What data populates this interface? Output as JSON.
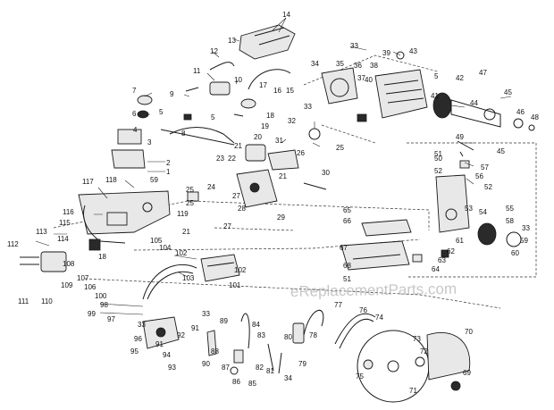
{
  "watermark": "eReplacementParts.com",
  "callouts": [
    {
      "id": "c14",
      "text": "14"
    },
    {
      "id": "c13",
      "text": "13"
    },
    {
      "id": "c12",
      "text": "12"
    },
    {
      "id": "c11",
      "text": "11"
    },
    {
      "id": "c10",
      "text": "10"
    },
    {
      "id": "c9",
      "text": "9"
    },
    {
      "id": "c7",
      "text": "7"
    },
    {
      "id": "c6",
      "text": "6"
    },
    {
      "id": "c5a",
      "text": "5"
    },
    {
      "id": "c5b",
      "text": "5"
    },
    {
      "id": "c8",
      "text": "8"
    },
    {
      "id": "c4",
      "text": "4"
    },
    {
      "id": "c3",
      "text": "3"
    },
    {
      "id": "c2",
      "text": "2"
    },
    {
      "id": "c1",
      "text": "1"
    },
    {
      "id": "c17",
      "text": "17"
    },
    {
      "id": "c16",
      "text": "16"
    },
    {
      "id": "c15",
      "text": "15"
    },
    {
      "id": "c18",
      "text": "18"
    },
    {
      "id": "c19",
      "text": "19"
    },
    {
      "id": "c20",
      "text": "20"
    },
    {
      "id": "c21a",
      "text": "21"
    },
    {
      "id": "c22",
      "text": "22"
    },
    {
      "id": "c23",
      "text": "23"
    },
    {
      "id": "c24",
      "text": "24"
    },
    {
      "id": "c25a",
      "text": "25"
    },
    {
      "id": "c26",
      "text": "26"
    },
    {
      "id": "c27a",
      "text": "27"
    },
    {
      "id": "c28",
      "text": "28"
    },
    {
      "id": "c29",
      "text": "29"
    },
    {
      "id": "c27b",
      "text": "27"
    },
    {
      "id": "c21b",
      "text": "21"
    },
    {
      "id": "c30",
      "text": "30"
    },
    {
      "id": "c31",
      "text": "31"
    },
    {
      "id": "c32",
      "text": "32"
    },
    {
      "id": "c25b",
      "text": "25"
    },
    {
      "id": "c33a",
      "text": "33"
    },
    {
      "id": "c34a",
      "text": "34"
    },
    {
      "id": "c35",
      "text": "35"
    },
    {
      "id": "c36",
      "text": "36"
    },
    {
      "id": "c37",
      "text": "37"
    },
    {
      "id": "c38",
      "text": "38"
    },
    {
      "id": "c39",
      "text": "39"
    },
    {
      "id": "c40",
      "text": "40"
    },
    {
      "id": "c43",
      "text": "43"
    },
    {
      "id": "c5c",
      "text": "5"
    },
    {
      "id": "c41",
      "text": "41"
    },
    {
      "id": "c42",
      "text": "42"
    },
    {
      "id": "c33b",
      "text": "33"
    },
    {
      "id": "c47",
      "text": "47"
    },
    {
      "id": "c45a",
      "text": "45"
    },
    {
      "id": "c44",
      "text": "44"
    },
    {
      "id": "c46",
      "text": "46"
    },
    {
      "id": "c48",
      "text": "48"
    },
    {
      "id": "c49",
      "text": "49"
    },
    {
      "id": "c50",
      "text": "50"
    },
    {
      "id": "c57",
      "text": "57"
    },
    {
      "id": "c45b",
      "text": "45"
    },
    {
      "id": "c51a",
      "text": "51"
    },
    {
      "id": "c52a",
      "text": "52"
    },
    {
      "id": "c56",
      "text": "56"
    },
    {
      "id": "c52b",
      "text": "52"
    },
    {
      "id": "c65",
      "text": "65"
    },
    {
      "id": "c66",
      "text": "66"
    },
    {
      "id": "c53",
      "text": "53"
    },
    {
      "id": "c54",
      "text": "54"
    },
    {
      "id": "c55",
      "text": "55"
    },
    {
      "id": "c58",
      "text": "58"
    },
    {
      "id": "c33c",
      "text": "33"
    },
    {
      "id": "c59",
      "text": "59"
    },
    {
      "id": "c60",
      "text": "60"
    },
    {
      "id": "c61",
      "text": "61"
    },
    {
      "id": "c62",
      "text": "62"
    },
    {
      "id": "c63",
      "text": "63"
    },
    {
      "id": "c64",
      "text": "64"
    },
    {
      "id": "c67",
      "text": "67"
    },
    {
      "id": "c68",
      "text": "68"
    },
    {
      "id": "c51b",
      "text": "51"
    },
    {
      "id": "c117",
      "text": "117"
    },
    {
      "id": "c118",
      "text": "118"
    },
    {
      "id": "c59b",
      "text": "59"
    },
    {
      "id": "c116",
      "text": "116"
    },
    {
      "id": "c115",
      "text": "115"
    },
    {
      "id": "c105",
      "text": "105"
    },
    {
      "id": "c21c",
      "text": "21"
    },
    {
      "id": "c119",
      "text": "119"
    },
    {
      "id": "c25c",
      "text": "25"
    },
    {
      "id": "c113",
      "text": "113"
    },
    {
      "id": "c114",
      "text": "114"
    },
    {
      "id": "c112",
      "text": "112"
    },
    {
      "id": "c108",
      "text": "108"
    },
    {
      "id": "c109",
      "text": "109"
    },
    {
      "id": "c107",
      "text": "107"
    },
    {
      "id": "c106",
      "text": "106"
    },
    {
      "id": "c18b",
      "text": "18"
    },
    {
      "id": "c111",
      "text": "111"
    },
    {
      "id": "c110",
      "text": "110"
    },
    {
      "id": "c104",
      "text": "104"
    },
    {
      "id": "c102a",
      "text": "102"
    },
    {
      "id": "c102b",
      "text": "102"
    },
    {
      "id": "c103",
      "text": "103"
    },
    {
      "id": "c101",
      "text": "101"
    },
    {
      "id": "c100",
      "text": "100"
    },
    {
      "id": "c98",
      "text": "98"
    },
    {
      "id": "c99",
      "text": "99"
    },
    {
      "id": "c97",
      "text": "97"
    },
    {
      "id": "c33d",
      "text": "33"
    },
    {
      "id": "c33e",
      "text": "33"
    },
    {
      "id": "c96",
      "text": "96"
    },
    {
      "id": "c95",
      "text": "95"
    },
    {
      "id": "c91a",
      "text": "91"
    },
    {
      "id": "c92",
      "text": "92"
    },
    {
      "id": "c91b",
      "text": "91"
    },
    {
      "id": "c94",
      "text": "94"
    },
    {
      "id": "c93",
      "text": "93"
    },
    {
      "id": "c90",
      "text": "90"
    },
    {
      "id": "c88",
      "text": "88"
    },
    {
      "id": "c89",
      "text": "89"
    },
    {
      "id": "c87",
      "text": "87"
    },
    {
      "id": "c86",
      "text": "86"
    },
    {
      "id": "c84",
      "text": "84"
    },
    {
      "id": "c83",
      "text": "83"
    },
    {
      "id": "c82",
      "text": "82"
    },
    {
      "id": "c85",
      "text": "85"
    },
    {
      "id": "c81",
      "text": "81"
    },
    {
      "id": "c80",
      "text": "80"
    },
    {
      "id": "c78",
      "text": "78"
    },
    {
      "id": "c79",
      "text": "79"
    },
    {
      "id": "c34b",
      "text": "34"
    },
    {
      "id": "c77",
      "text": "77"
    },
    {
      "id": "c76",
      "text": "76"
    },
    {
      "id": "c74",
      "text": "74"
    },
    {
      "id": "c75",
      "text": "75"
    },
    {
      "id": "c73",
      "text": "73"
    },
    {
      "id": "c72",
      "text": "72"
    },
    {
      "id": "c70",
      "text": "70"
    },
    {
      "id": "c71",
      "text": "71"
    },
    {
      "id": "c69",
      "text": "69"
    }
  ]
}
